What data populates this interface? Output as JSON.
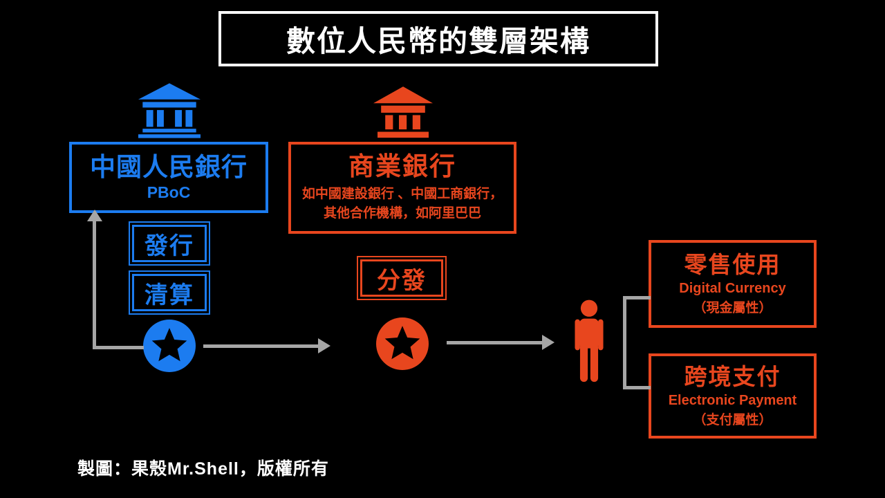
{
  "title": "數位人民幣的雙層架構",
  "colors": {
    "background": "#000000",
    "blue": "#1C7CF0",
    "red": "#E8461E",
    "gray": "#A6A6A6",
    "white": "#FFFFFF"
  },
  "central_bank": {
    "name": "中國人民銀行",
    "abbr": "PBoC",
    "functions": [
      {
        "label": "發行"
      },
      {
        "label": "清算"
      }
    ]
  },
  "commercial_bank": {
    "name": "商業銀行",
    "desc_line1": "如中國建設銀行 、中國工商銀行，",
    "desc_line2": "其他合作機構，如阿里巴巴",
    "function_label": "分發"
  },
  "user_uses": [
    {
      "title": "零售使用",
      "subtitle": "Digital Currency",
      "note": "（現金屬性）"
    },
    {
      "title": "跨境支付",
      "subtitle": "Electronic Payment",
      "note": "（支付屬性）"
    }
  ],
  "icons": {
    "central_bank_icon": "bank-building",
    "commercial_bank_icon": "bank-building",
    "central_token_icon": "star-badge",
    "commercial_token_icon": "star-badge",
    "user_icon": "person"
  },
  "credit": "製圖：果殼Mr.Shell，版權所有"
}
